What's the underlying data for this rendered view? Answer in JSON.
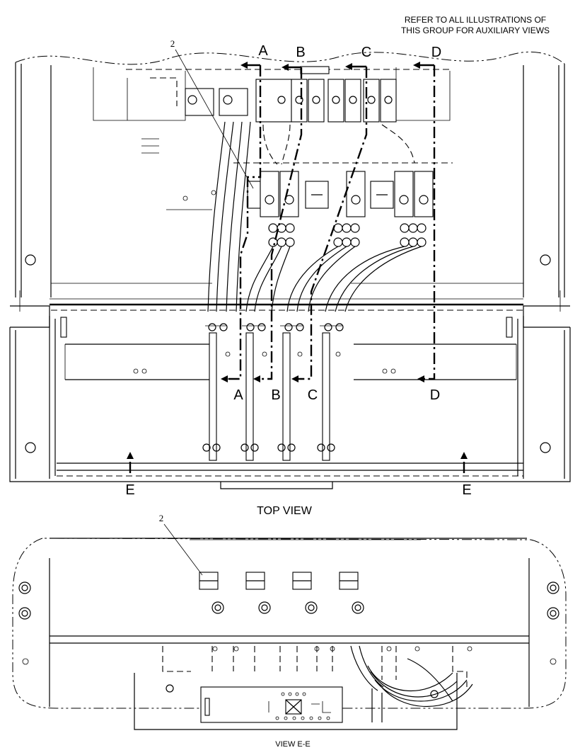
{
  "note": {
    "line1": "REFER TO ALL ILLUSTRATIONS OF",
    "line2": "THIS GROUP FOR AUXILIARY VIEWS"
  },
  "top_view": {
    "title": "TOP VIEW",
    "callout": "2",
    "section_labels": {
      "a_top": "A",
      "b_top": "B",
      "c_top": "C",
      "d_top": "D",
      "a_bottom": "A",
      "b_bottom": "B",
      "c_bottom": "C",
      "d_bottom": "D",
      "e_left": "E",
      "e_right": "E"
    }
  },
  "view_ee": {
    "title": "VIEW E-E",
    "callout": "2"
  }
}
